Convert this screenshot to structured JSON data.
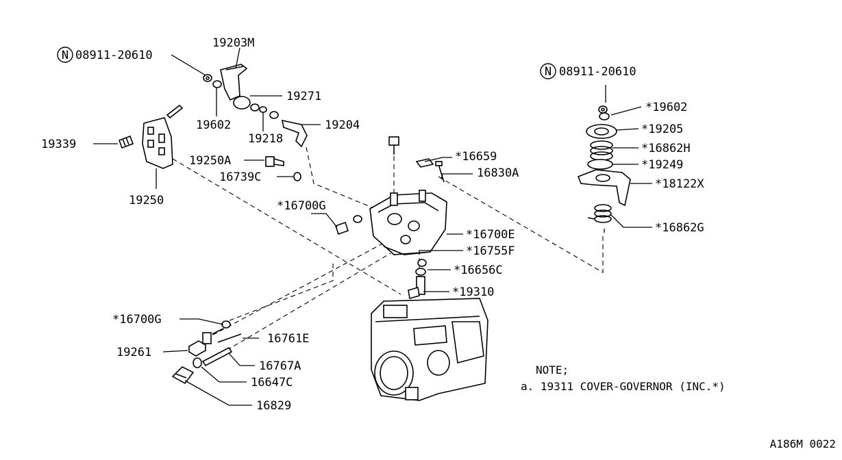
{
  "labels": {
    "l_08911_a": "08911-20610",
    "l_19203m": "19203M",
    "l_19271": "19271",
    "l_19602": "19602",
    "l_19218": "19218",
    "l_19204": "19204",
    "l_19339": "19339",
    "l_19250a": "19250A",
    "l_16739c": "16739C",
    "l_19250": "19250",
    "l_16700g_top": "*16700G",
    "l_16659": "*16659",
    "l_16830a": "16830A",
    "l_16700e": "*16700E",
    "l_16755f": "*16755F",
    "l_16656c": "*16656C",
    "l_19310": "*19310",
    "l_08911_b": "08911-20610",
    "l_19602_star": "*19602",
    "l_19205": "*19205",
    "l_16862h": "*16862H",
    "l_19249": "*19249",
    "l_18122x": "*18122X",
    "l_16862g": "*16862G",
    "l_16700g_bot": "*16700G",
    "l_16761e": "16761E",
    "l_19261": "19261",
    "l_16767a": "16767A",
    "l_16647c": "16647C",
    "l_16829": "16829"
  },
  "circle_marks": {
    "a": "N",
    "b": "N"
  },
  "note": {
    "title": "NOTE;",
    "line": "a. 19311 COVER-GOVERNOR (INC.*)"
  },
  "figure_code": "A186M 0022"
}
